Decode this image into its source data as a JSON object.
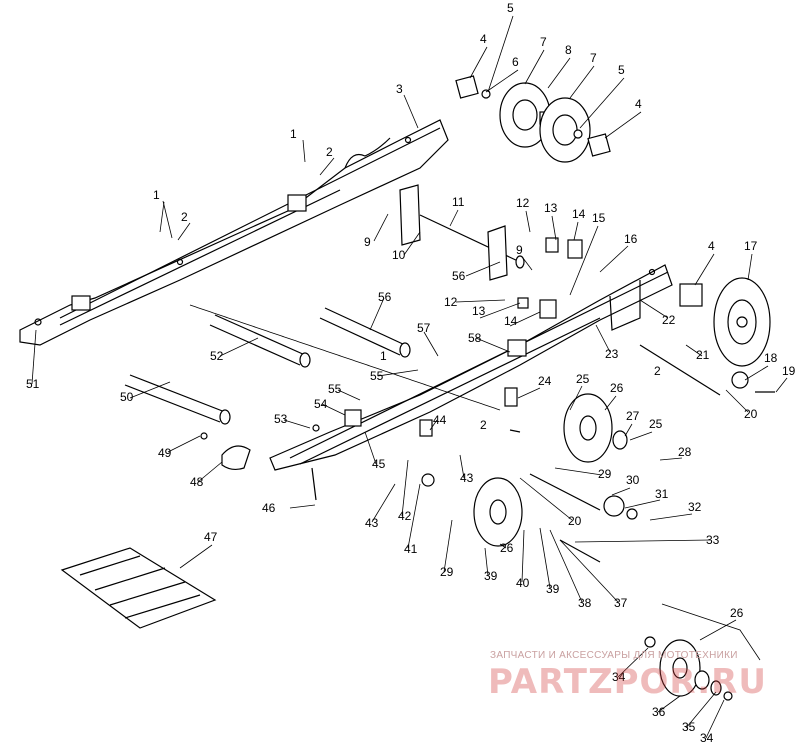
{
  "diagram": {
    "callouts": {
      "c1a": "1",
      "c1b": "1",
      "c1c": "1",
      "c2a": "2",
      "c2b": "2",
      "c2c": "2",
      "c2d": "2",
      "c3": "3",
      "c4a": "4",
      "c4b": "4",
      "c4c": "4",
      "c5a": "5",
      "c5b": "5",
      "c6": "6",
      "c7a": "7",
      "c7b": "7",
      "c8": "8",
      "c9a": "9",
      "c9b": "9",
      "c10": "10",
      "c11": "11",
      "c12a": "12",
      "c12b": "12",
      "c13a": "13",
      "c13b": "13",
      "c14a": "14",
      "c14b": "14",
      "c15": "15",
      "c16": "16",
      "c17": "17",
      "c18": "18",
      "c19": "19",
      "c20a": "20",
      "c20b": "20",
      "c21": "21",
      "c22": "22",
      "c23": "23",
      "c24": "24",
      "c25a": "25",
      "c25b": "25",
      "c26a": "26",
      "c26b": "26",
      "c26c": "26",
      "c27": "27",
      "c28": "28",
      "c29a": "29",
      "c29b": "29",
      "c30": "30",
      "c31": "31",
      "c32": "32",
      "c33": "33",
      "c34a": "34",
      "c34b": "34",
      "c35": "35",
      "c36": "36",
      "c37": "37",
      "c38": "38",
      "c39a": "39",
      "c39b": "39",
      "c40": "40",
      "c41": "41",
      "c42": "42",
      "c43a": "43",
      "c43b": "43",
      "c44": "44",
      "c45": "45",
      "c46": "46",
      "c47": "47",
      "c48": "48",
      "c49": "49",
      "c50": "50",
      "c51": "51",
      "c52": "52",
      "c53": "53",
      "c54": "54",
      "c55a": "55",
      "c55b": "55",
      "c56a": "56",
      "c56b": "56",
      "c57": "57",
      "c58": "58"
    }
  },
  "watermark": {
    "caption": "ЗАПЧАСТИ И АКСЕССУАРЫ ДЛЯ МОТОТЕХНИКИ",
    "logo": "PARTZPOR.RU"
  }
}
